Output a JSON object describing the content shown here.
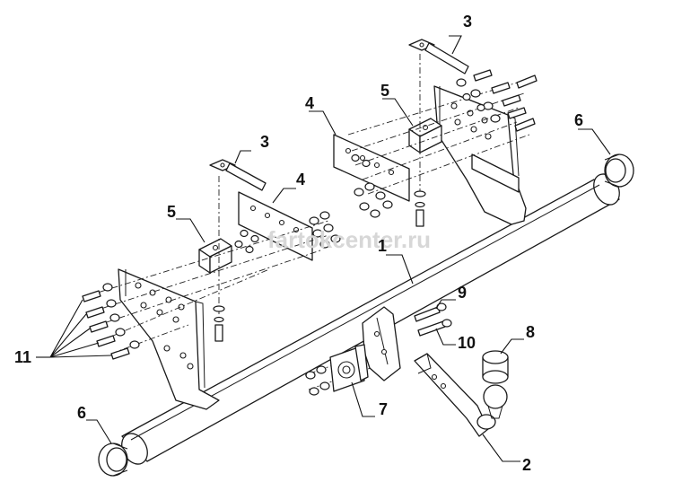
{
  "watermark": "fartokcenter.ru",
  "callouts": {
    "c1": "1",
    "c2": "2",
    "c3a": "3",
    "c3b": "3",
    "c4a": "4",
    "c4b": "4",
    "c5a": "5",
    "c5b": "5",
    "c6a": "6",
    "c6b": "6",
    "c7": "7",
    "c8": "8",
    "c9": "9",
    "c10": "10",
    "c11": "11"
  }
}
